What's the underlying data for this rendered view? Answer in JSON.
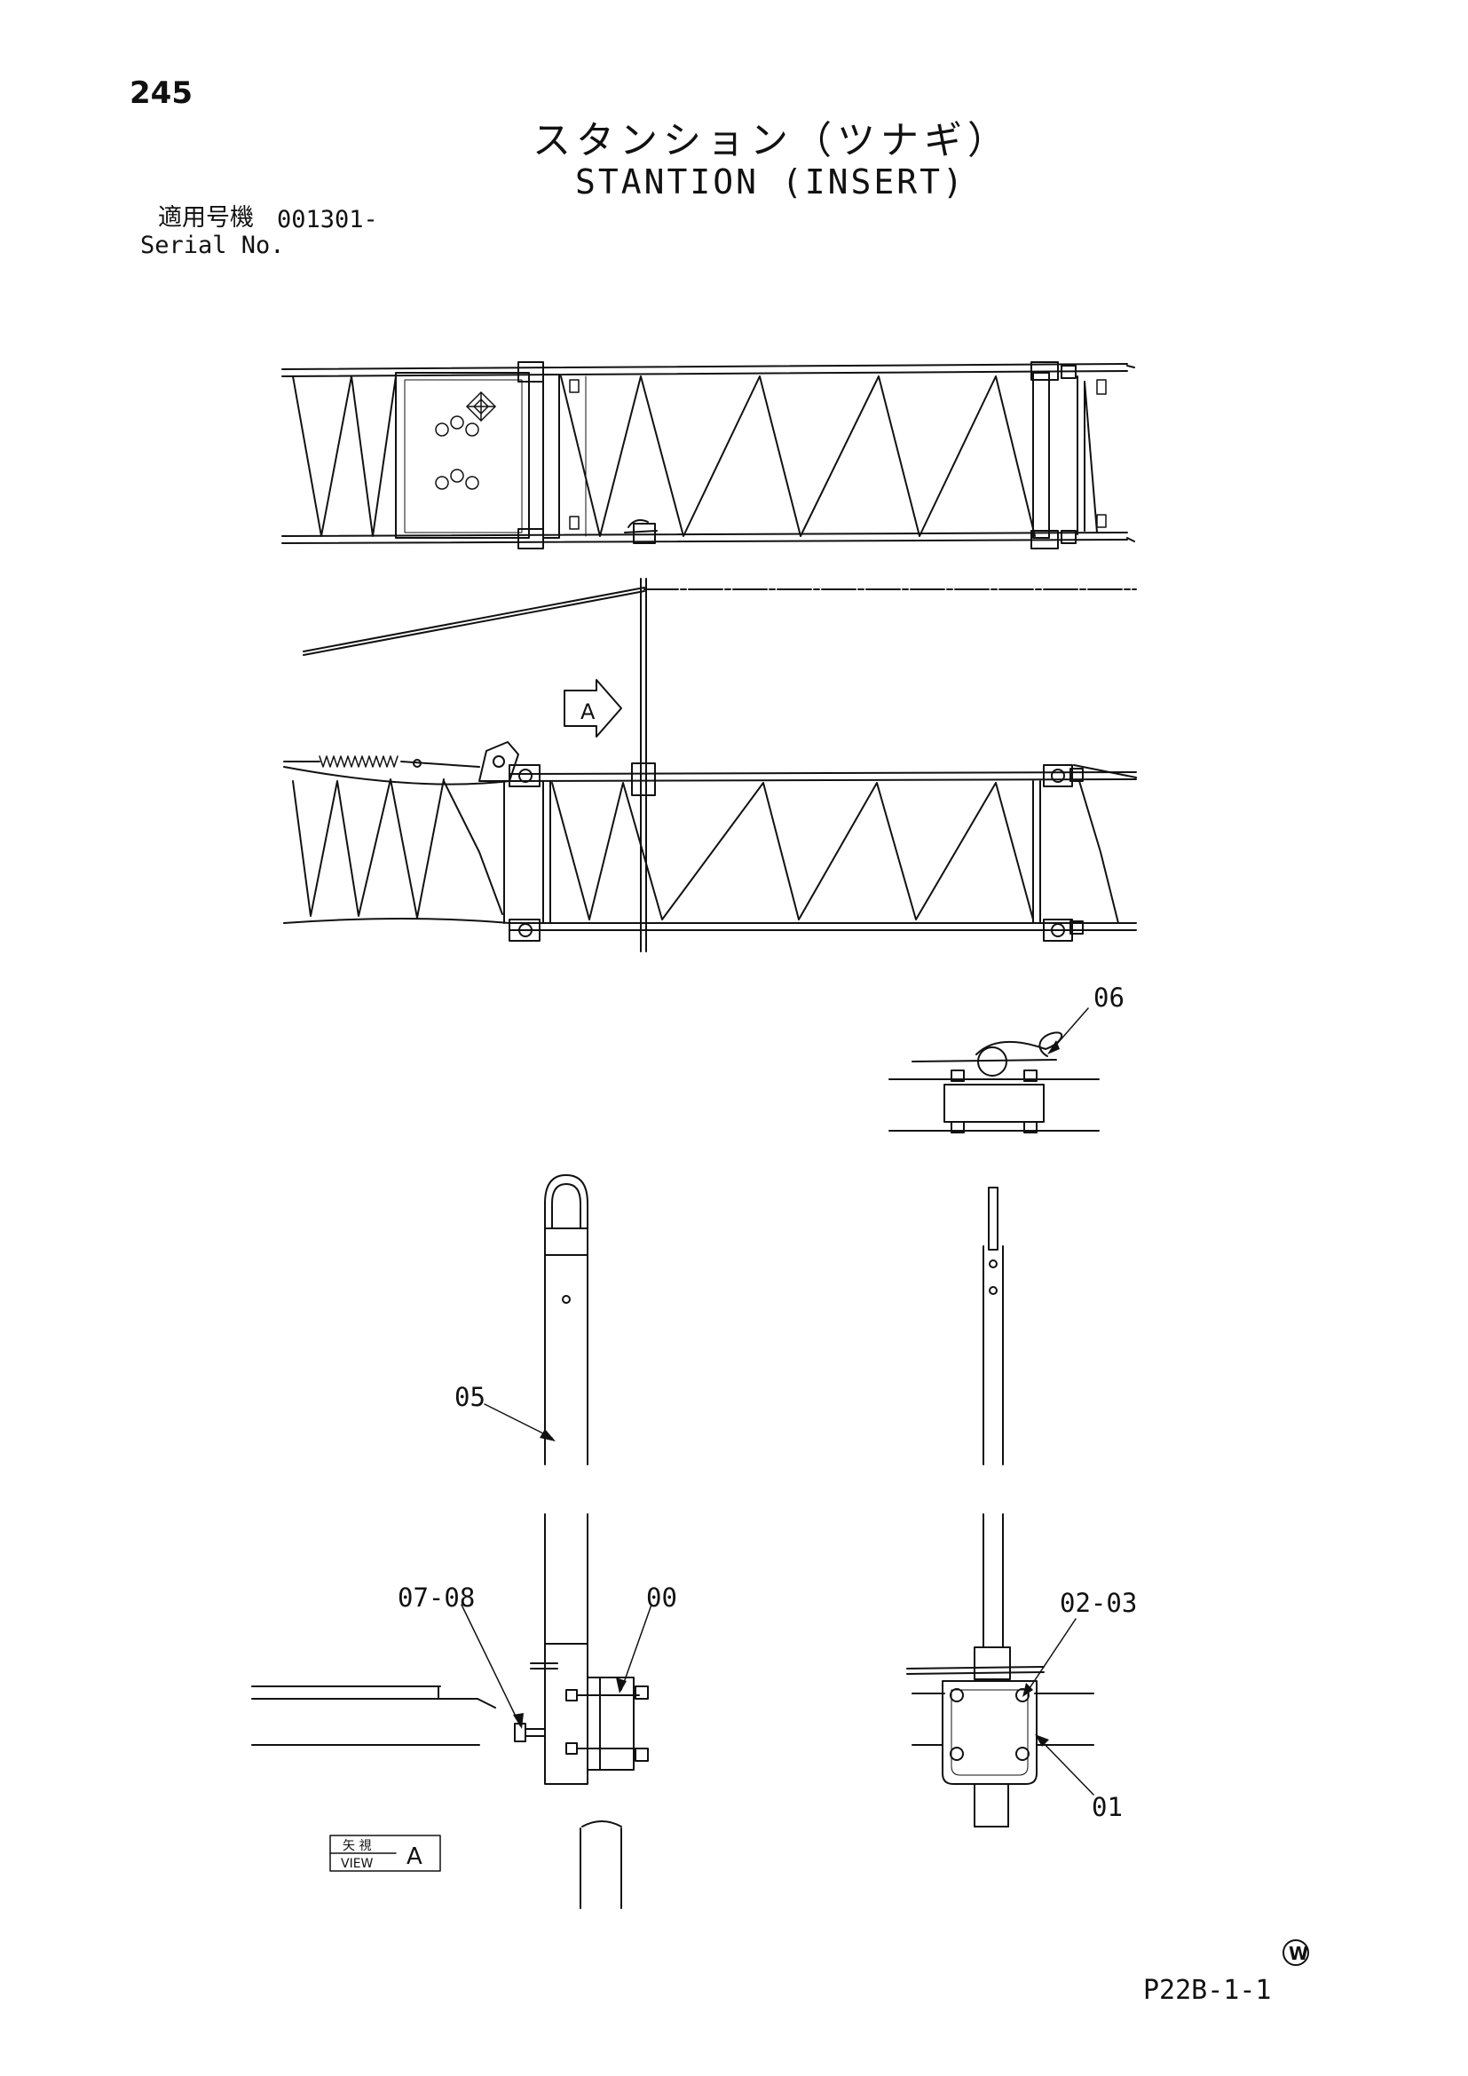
{
  "page": {
    "number": "245",
    "title_jp": "スタンション（ツナギ）",
    "title_en": "STANTION (INSERT)",
    "serial_label_jp": "適用号機",
    "serial_range": "001301-",
    "serial_label_en": "Serial No.",
    "drawing_code": "P22B-1-1",
    "mark": "W"
  },
  "callouts": {
    "c00": "00",
    "c01": "01",
    "c02_03": "02-03",
    "c05": "05",
    "c06": "06",
    "c07_08": "07-08"
  },
  "view_labels": {
    "arrow_letter": "A",
    "box_jp": "矢 視",
    "box_en": "VIEW",
    "box_letter": "A"
  },
  "colors": {
    "ink": "#111111",
    "paper": "#ffffff"
  }
}
